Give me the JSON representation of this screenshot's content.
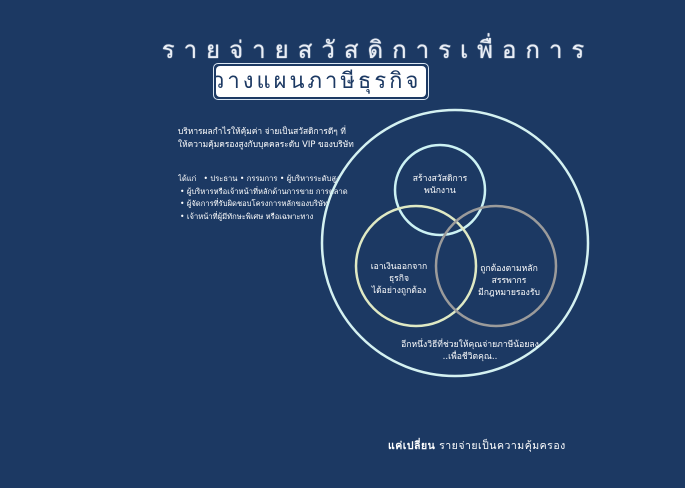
{
  "title": {
    "line1": "รายจ่ายสวัสดิการเพื่อการ",
    "line2": "วางแผนภาษีธุรกิจ"
  },
  "description": {
    "line1": "บริหารผลกำไรให้คุ้มค่า  จ่ายเป็นสวัสดิการดีๆ ที่",
    "line2": "ให้ความคุ้มครองสูงกับบุคคลระดับ VIP ของบริษัท"
  },
  "beneficiaries": {
    "intro": "ได้แก่",
    "items": [
      "• ประธาน   • กรรมการ   • ผู้บริหารระดับสูง",
      "• ผู้บริหารหรือเจ้าหน้าที่หลักด้านการขาย การตลาด",
      "• ผู้จัดการที่รับผิดชอบโครงการหลักของบริษัท",
      "• เจ้าหน้าที่ผู้มีทักษะพิเศษ หรือเฉพาะทาง"
    ]
  },
  "venn": {
    "top": [
      "สร้างสวัสดิการ",
      "พนักงาน"
    ],
    "left": [
      "เอาเงินออกจาก",
      "ธุรกิจ",
      "ได้อย่างถูกต้อง"
    ],
    "right": [
      "ถูกต้องตามหลัก",
      "สรรพากร",
      "มีกฎหมายรองรับ"
    ],
    "bottom": [
      "อีกหนึ่งวิธีที่ช่วยให้คุณจ่ายภาษีน้อยลง",
      "..เพื่อชีวิตคุณ.."
    ],
    "colors": {
      "outer": "#d4f1f1",
      "top": "#ccf2f4",
      "left": "#dfe9c4",
      "right": "#9b9b9b"
    }
  },
  "footer": {
    "emphasis": "แค่เปลี่ยน",
    "rest": " รายจ่ายเป็นความคุ้มครอง"
  }
}
